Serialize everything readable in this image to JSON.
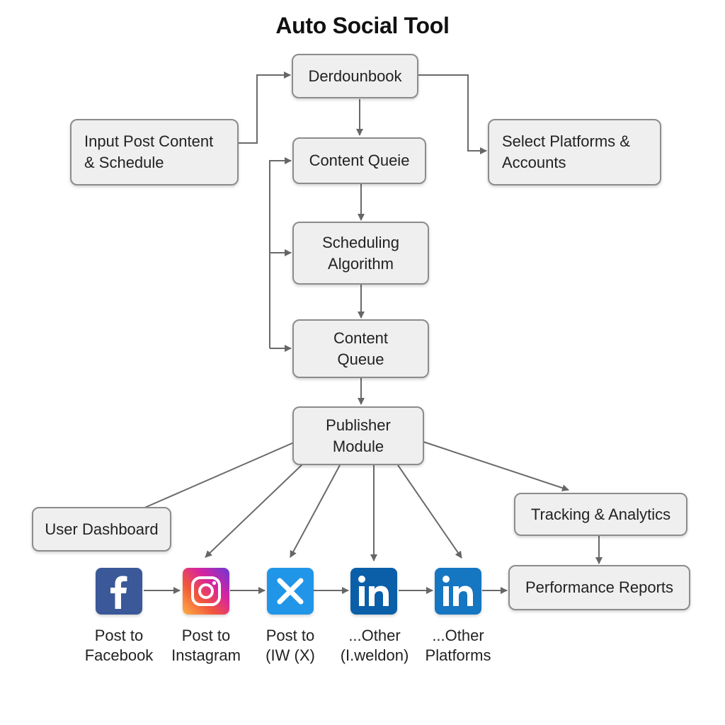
{
  "title": "Auto Social Tool",
  "nodes": {
    "derdounbook": "Derdounbook",
    "input_post": [
      "Input Post Content",
      "& Schedule"
    ],
    "select_platforms": [
      "Select Platforms &",
      "Accounts"
    ],
    "content_queue_top": "Content Queie",
    "scheduling": [
      "Scheduling",
      "Algorithm"
    ],
    "content_queue": [
      "Content",
      "Queue"
    ],
    "publisher": [
      "Publisher",
      "Module"
    ],
    "user_dashboard": "User Dashboard",
    "tracking": "Tracking & Analytics",
    "performance": "Performance Reports"
  },
  "platforms": [
    {
      "icon": "facebook-icon",
      "caption": [
        "Post to",
        "Facebook"
      ],
      "color": "#3b5998"
    },
    {
      "icon": "instagram-icon",
      "caption": [
        "Post to",
        "Instagram"
      ],
      "color": "#d6249f"
    },
    {
      "icon": "x-icon",
      "caption": [
        "Post to",
        "(IW (X)"
      ],
      "color": "#2196e8"
    },
    {
      "icon": "linkedin-icon",
      "caption": [
        "...Other",
        "(I.weldon)"
      ],
      "color": "#0a5fa8"
    },
    {
      "icon": "linkedin-icon",
      "caption": [
        "...Other",
        "Platforms"
      ],
      "color": "#1576c2"
    }
  ],
  "colors": {
    "box_fill": "#efefef",
    "box_border": "#8c8c8c",
    "arrow": "#666666"
  }
}
